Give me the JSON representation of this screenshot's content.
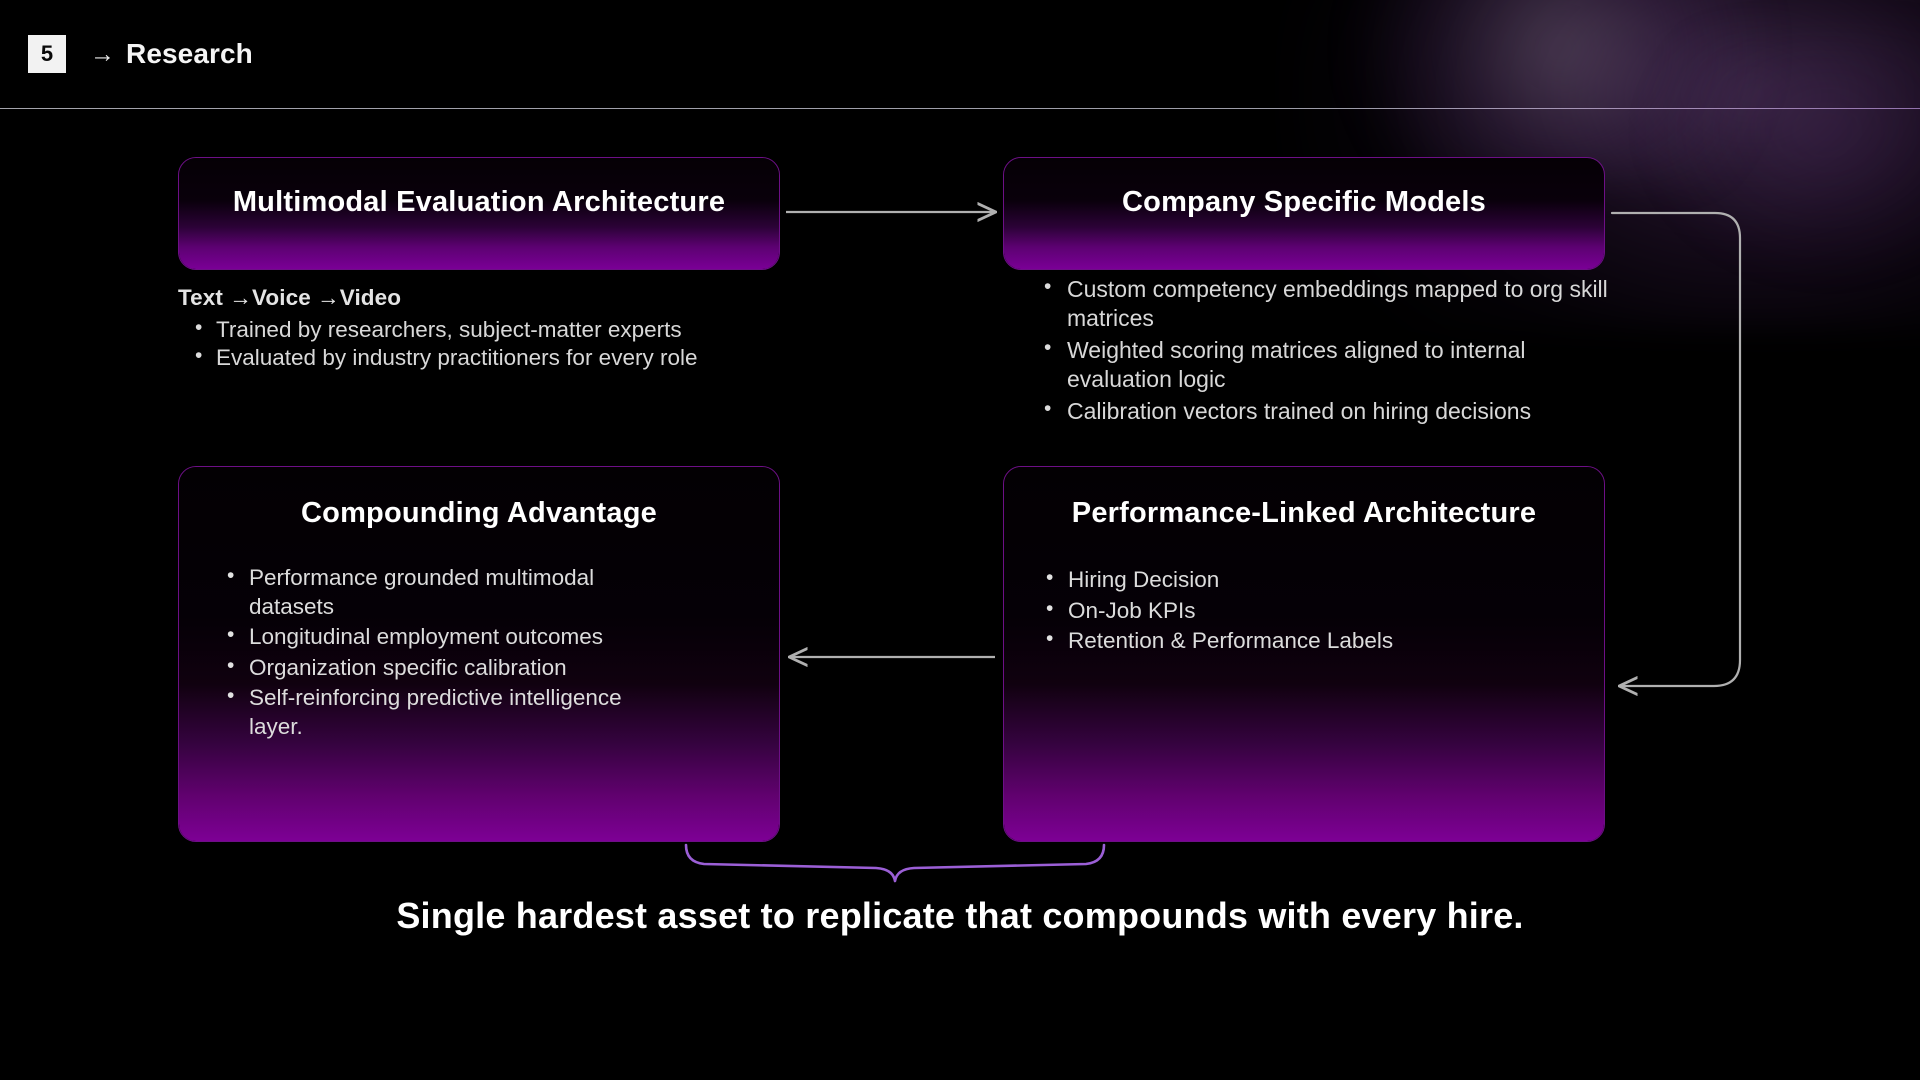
{
  "header": {
    "slide_number": "5",
    "arrow": "→",
    "title": "Research"
  },
  "cards": {
    "architecture": {
      "title": "Multimodal Evaluation Architecture",
      "subhead": "Text →Voice →Video",
      "bullets": [
        "Trained by researchers, subject-matter experts",
        "Evaluated by industry practitioners for every role"
      ]
    },
    "models": {
      "title": "Company Specific Models",
      "bullets": [
        "Custom competency embeddings mapped to org skill matrices",
        "Weighted scoring matrices aligned to internal evaluation logic",
        "Calibration vectors trained on hiring decisions"
      ]
    },
    "compounding": {
      "title": "Compounding Advantage",
      "bullets": [
        "Performance grounded multimodal datasets",
        "Longitudinal employment outcomes",
        "Organization specific calibration",
        "Self-reinforcing predictive intelligence layer."
      ]
    },
    "performance": {
      "title": "Performance-Linked Architecture",
      "bullets": [
        "Hiring Decision",
        "On-Job KPIs",
        "Retention & Performance Labels"
      ]
    }
  },
  "caption": "Single hardest asset to replicate that compounds with every hire.",
  "colors": {
    "background": "#000000",
    "card_border": "#6d0f86",
    "card_gradient_end": "#7d0095",
    "brace": "#9b5fd6",
    "connector": "#b0b0b0",
    "badge_background": "#f2f2f2",
    "body_text": "#d8d8d8",
    "title_text": "#ffffff"
  }
}
